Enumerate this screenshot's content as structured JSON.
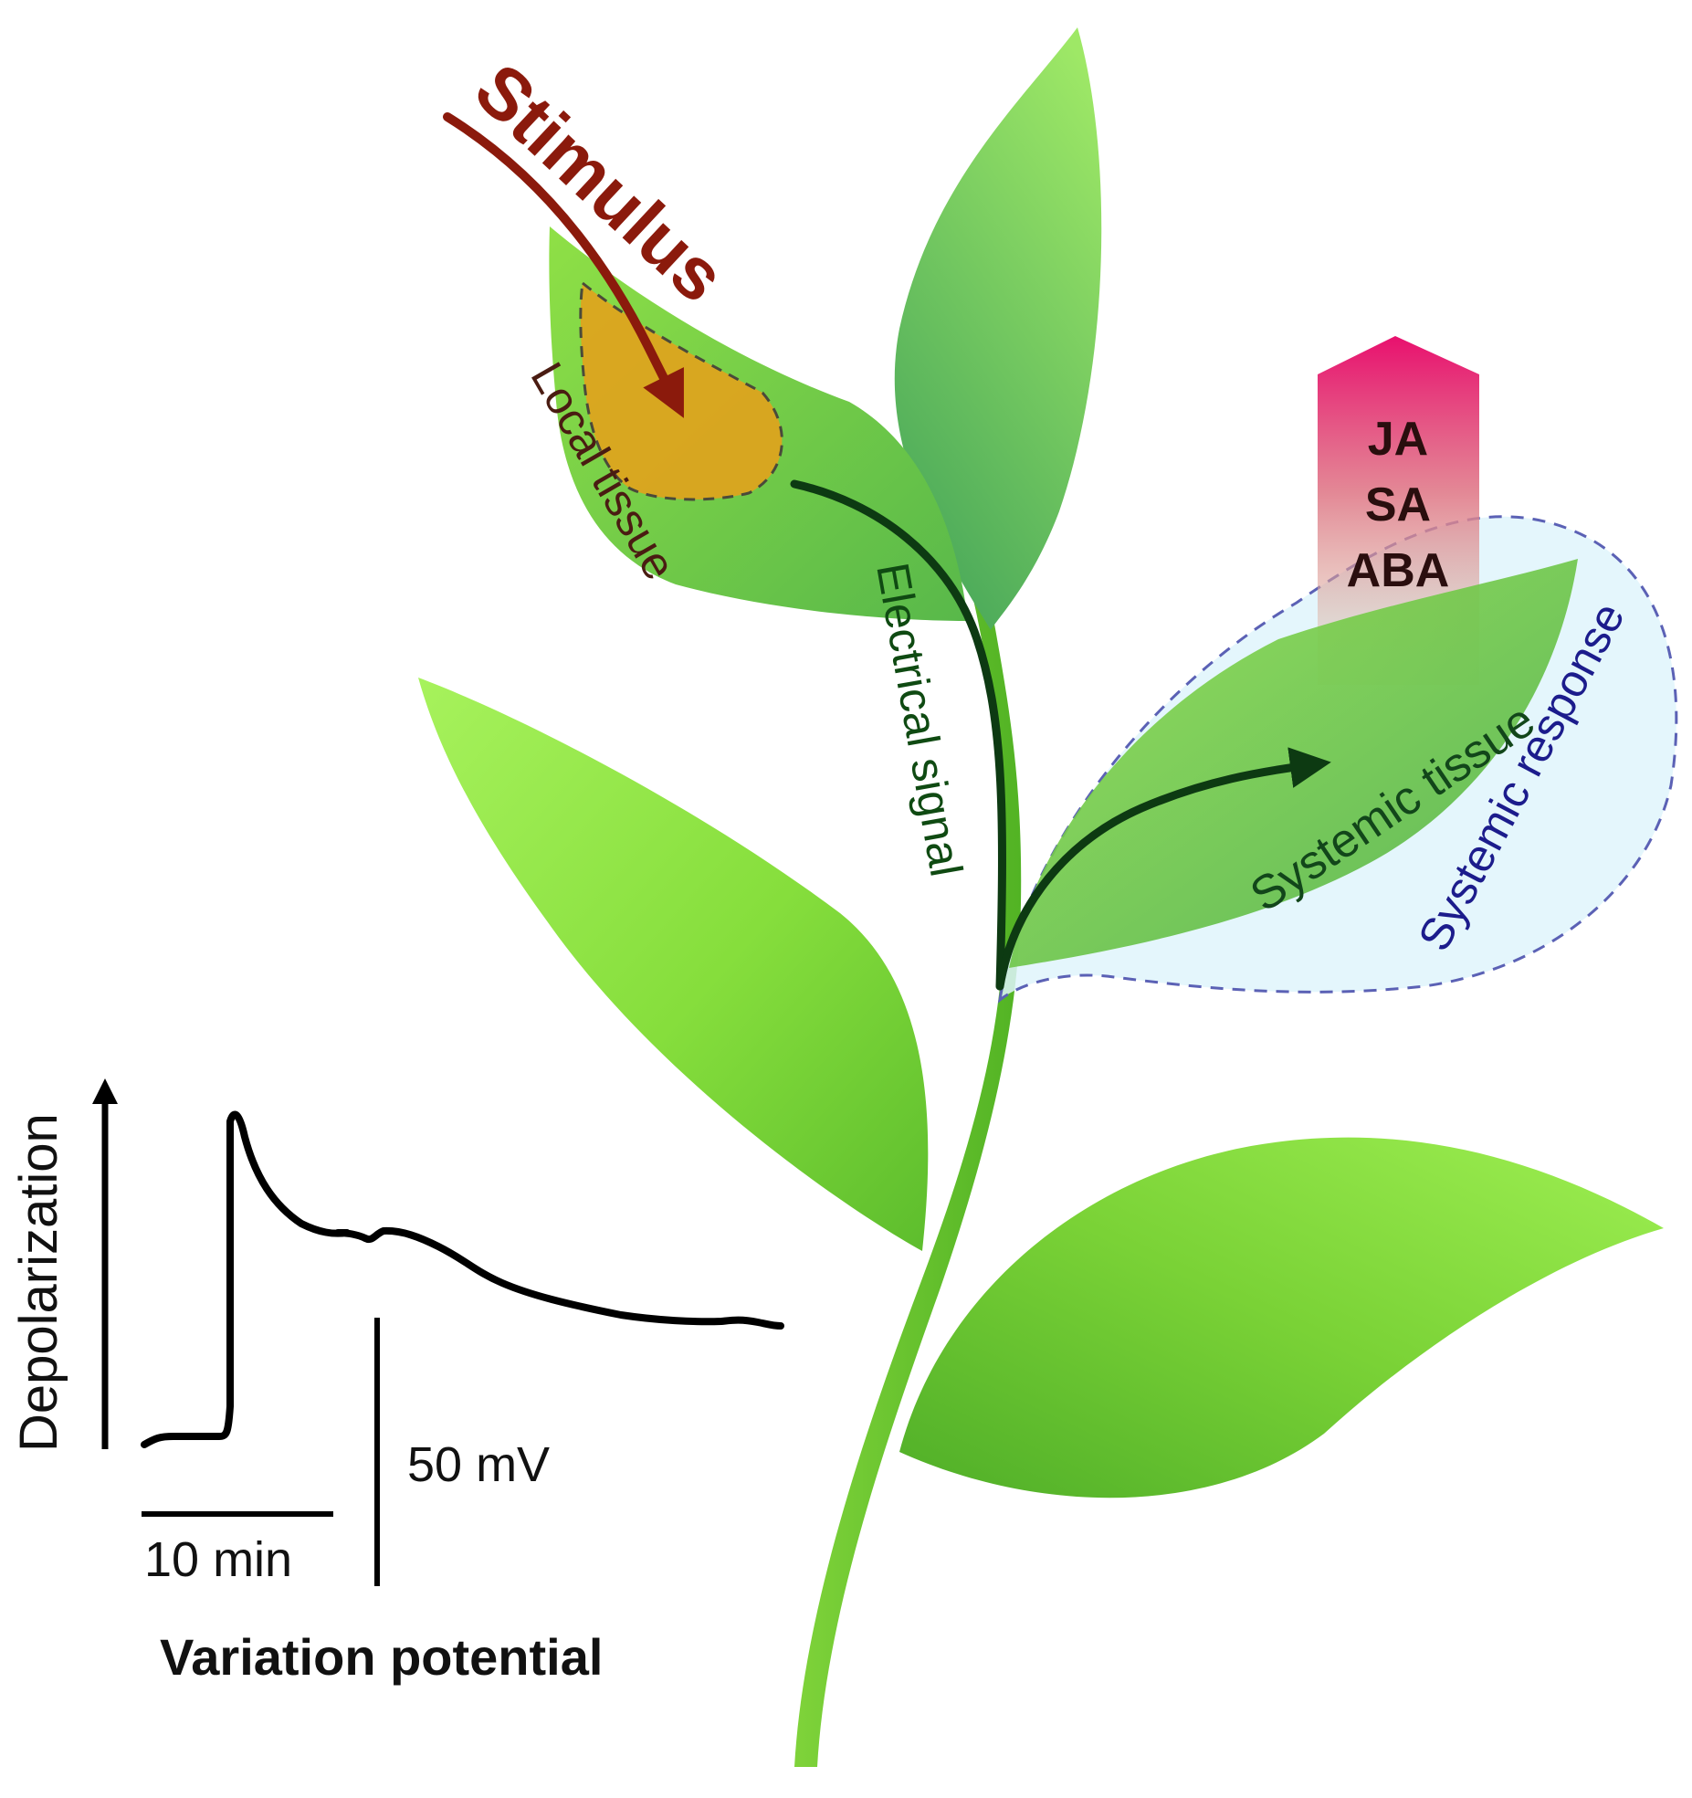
{
  "diagram": {
    "stimulus_label": "Stimulus",
    "local_tissue_label": "Local tissue",
    "electrical_signal_label": "Electrical signal",
    "systemic_tissue_label": "Systemic tissue",
    "systemic_response_label": "Systemic response",
    "hormones": [
      "JA",
      "SA",
      "ABA"
    ]
  },
  "trace": {
    "axis_label": "Depolarization",
    "voltage_scale_label": "50 mV",
    "time_scale_label": "10 min",
    "title": "Variation potential"
  },
  "colors": {
    "leaf_light": "#a6f25a",
    "leaf_dark": "#5cbc2c",
    "stimulus": "#8b1a0c",
    "local_tissue": "#e2a21c",
    "signal": "#0d3a12",
    "systemic_region": "#dff5fb",
    "systemic_outline": "#5b61b5",
    "hormone_top": "#e8106e",
    "trace": "#000000"
  }
}
